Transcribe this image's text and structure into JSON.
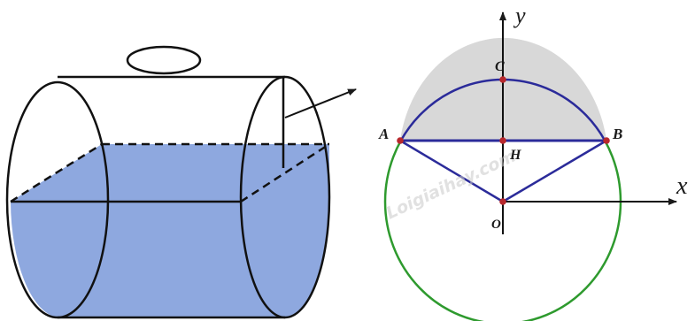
{
  "colors": {
    "water": "#8ea8df",
    "circle_upper": "#2b2b9a",
    "circle_lower": "#2e9a2e",
    "segment_fill": "#d8d8d8",
    "triangle": "#2b2b9a",
    "point": "#b8282d"
  },
  "coordinate_diagram": {
    "axis_x_label": "x",
    "axis_y_label": "y",
    "points": {
      "A": "A",
      "B": "B",
      "C": "C",
      "H": "H",
      "O": "O"
    }
  },
  "watermark": "Loigiaihay.com"
}
